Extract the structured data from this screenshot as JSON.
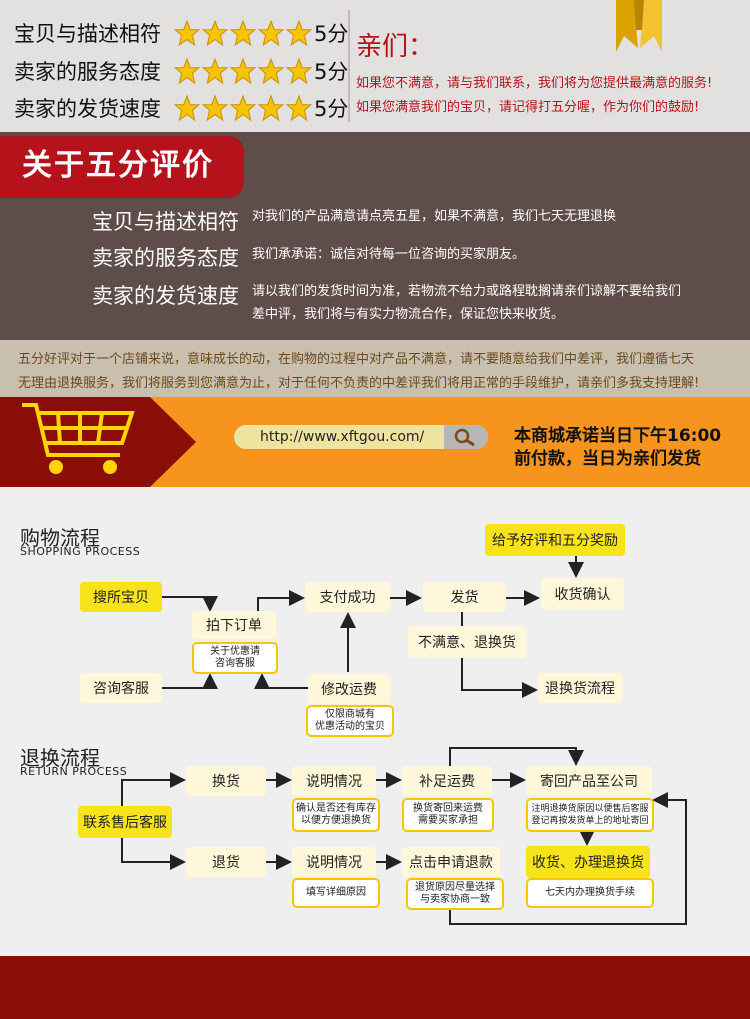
{
  "ratings": [
    {
      "label": "宝贝与描述相符",
      "score": "5分"
    },
    {
      "label": "卖家的服务态度",
      "score": "5分"
    },
    {
      "label": "卖家的发货速度",
      "score": "5分"
    }
  ],
  "dear": {
    "title": "亲们：",
    "line1": "如果您不满意，请与我们联系，我们将为您提供最满意的服务!",
    "line2": "如果您满意我们的宝贝，请记得打五分喔，作为你们的鼓励!"
  },
  "about": {
    "title": "关于五分评价",
    "items": [
      {
        "head": "宝贝与描述相符",
        "desc1": "对我们的产品满意请点亮五星，如果不满意，我们七天无理退换",
        "desc2": ""
      },
      {
        "head": "卖家的服务态度",
        "desc1": "我们承承诺：诚信对待每一位咨询的买家朋友。",
        "desc2": ""
      },
      {
        "head": "卖家的发货速度",
        "desc1": "请以我们的发货时间为准，若物流不给力或路程耽搁请亲们谅解不要给我们",
        "desc2": "差中评，我们将与有实力物流合作，保证您快来收货。"
      }
    ],
    "note1": "五分好评对于一个店铺来说，意味成长的动，在购物的过程中对产品不满意，请不要随意给我们中差评，我们遵循七天",
    "note2": "无理由退换服务，我们将服务到您满意为止，对于任何不负责的中差评我们将用正常的手段维护，请亲们多我支持理解!"
  },
  "store": {
    "url": "http://www.xftgou.com/",
    "promise1": "本商城承诺当日下午16:00",
    "promise2": "前付款，当日为亲们发货"
  },
  "shopping": {
    "title": "购物流程",
    "subtitle": "SHOPPING PROCESS",
    "search": "搜所宝贝",
    "consult": "咨询客服",
    "order": "拍下订单",
    "order_note": "关于优惠请\n咨询客服",
    "paid": "支付成功",
    "modify": "修改运费",
    "modify_note": "仅限商城有\n优惠活动的宝贝",
    "ship": "发货",
    "confirm": "收货确认",
    "reward": "给予好评和五分奖励",
    "unhappy": "不满意、退换货",
    "return_flow": "退换货流程"
  },
  "returns": {
    "title": "退换流程",
    "subtitle": "RETURN PROCESS",
    "contact": "联系售后客服",
    "exchange": "换货",
    "refund": "退货",
    "explain1": "说明情况",
    "explain1_note": "确认是否还有库存\n以便方便退换货",
    "explain2": "说明情况",
    "explain2_note": "填写详细原因",
    "postage": "补足运费",
    "postage_note": "换货寄回来运费\n需要买家承担",
    "apply": "点击申请退款",
    "apply_note": "退货原因尽量选择\n与卖家协商一致",
    "sendback": "寄回产品至公司",
    "sendback_note": "注明退换货原因以便售后客服\n登记再按发货单上的地址寄回",
    "receive": "收货、办理退换货",
    "receive_note": "七天内办理换货手续"
  },
  "colors": {
    "accent_red": "#b5121b",
    "orange": "#f7941d",
    "yellow": "#f6e319",
    "brown": "#5e4d48",
    "footer": "#8b0d08"
  }
}
